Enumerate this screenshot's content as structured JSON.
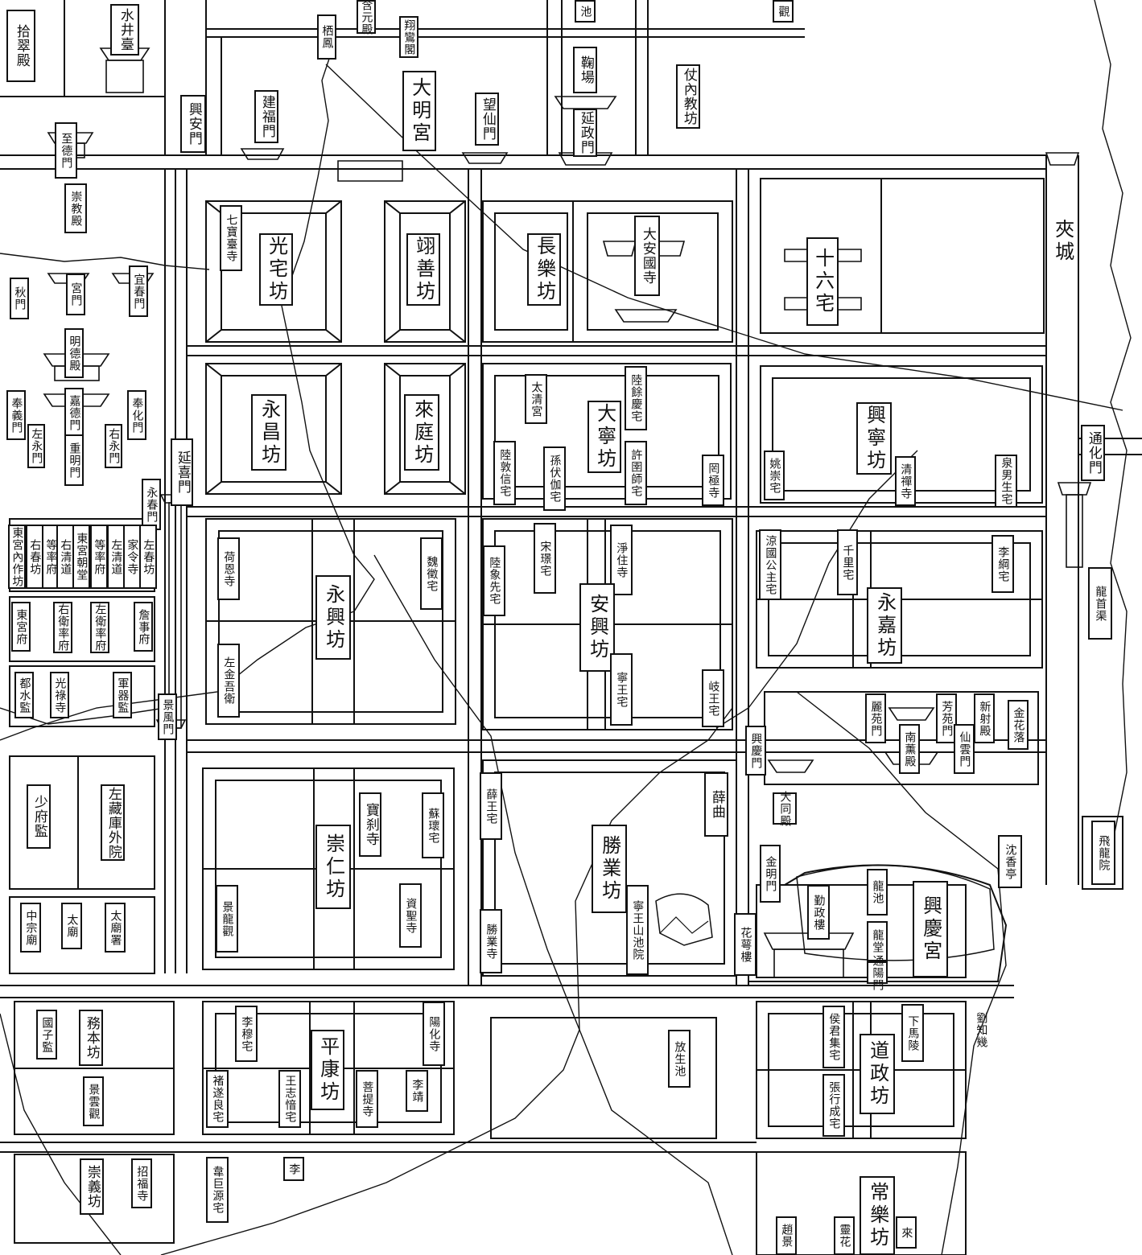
{
  "palaces": {
    "daming": "大明宮",
    "xingqing": "興慶宮",
    "jiacheng": "夾城",
    "shishiliu": "十六宅"
  },
  "wards": {
    "guangzhai": "光宅坊",
    "yishan": "翊善坊",
    "changle": "長樂坊",
    "yongchang": "永昌坊",
    "laiting": "來庭坊",
    "daning": "大寧坊",
    "xingning": "興寧坊",
    "yongxing": "永興坊",
    "anxing": "安興坊",
    "yongjia": "永嘉坊",
    "chongren": "崇仁坊",
    "shengye": "勝業坊",
    "pingkang": "平康坊",
    "daozheng": "道政坊",
    "changle2": "常樂坊",
    "wuben": "務本坊",
    "chongyi": "崇義坊"
  },
  "gates": {
    "xingan": "興安門",
    "jianfu": "建福門",
    "wangxian": "望仙門",
    "yanzheng": "延政門",
    "qiufeng": "栖鳳",
    "hanyuan": "含元殿",
    "xiangluan": "翔鸞閣",
    "yanxi": "延喜門",
    "jingfeng": "景風門",
    "yongchun": "永春門",
    "tonghua": "通化門",
    "zhude": "至德門",
    "chongjiao": "崇教殿",
    "yichun": "宜春門",
    "gongmen": "宮門",
    "qiumen": "秋門",
    "mingde": "明德殿",
    "jiade": "嘉德門",
    "chongming": "重明門",
    "fengyi": "奉義門",
    "fenghua": "奉化門",
    "zuoyongmen": "左永門",
    "youyongmen": "右永門",
    "xingqingmen": "興慶門",
    "jinming": "金明門",
    "lihuamen": "麗苑門",
    "xinshimen": "新射殿",
    "xianyunmen": "仙雲門"
  },
  "halls": {
    "shicui": "拾翠殿",
    "shuijing": "水井臺",
    "jiuchang": "鞠場",
    "zhangnei": "仗內教坊",
    "guan": "觀",
    "chi": "池",
    "nanxun": "南薰殿",
    "datong": "大同殿",
    "qinzheng": "勤政樓",
    "huae": "花萼樓",
    "longchi": "龍池",
    "longtang": "龍堂",
    "tongyang": "通陽門",
    "jinhualuo": "金花落",
    "fangyuan": "芳苑門",
    "feilong": "飛龍院",
    "chenxiang": "沈香亭",
    "longshouqu": "龍首渠",
    "xiamaling": "下馬陵"
  },
  "temples": {
    "qibaotai": "七寶臺寺",
    "daanguo": "大安國寺",
    "taiqing": "太清宮",
    "wangji": "罔極寺",
    "qingchan": "清禪寺",
    "heen": "荷恩寺",
    "jingzhu": "淨住寺",
    "baocha": "寶刹寺",
    "zisheng": "資聖寺",
    "jinglong": "景龍觀",
    "shengyesi": "勝業寺",
    "yanghua": "陽化寺",
    "puti": "菩提寺",
    "jingyun": "景雲觀",
    "zhaofu": "招福寺",
    "fangsheng": "放生池",
    "xuequ": "薛曲"
  },
  "residences": {
    "luyuqing": "陸餘慶宅",
    "ludunxin": "陸敦信宅",
    "sunfujia": "孫伏伽宅",
    "xuyushi": "許圉師宅",
    "yaochong": "姚崇宅",
    "quannansheng": "泉男生宅",
    "weizheng": "魏徵宅",
    "songjing": "宋璟宅",
    "luxiangxian": "陸象先宅",
    "liangguo": "涼國公主宅",
    "qianli": "千里宅",
    "ligang": "李綱宅",
    "ningwang": "寧王宅",
    "qiwang": "岐王宅",
    "xuewang": "薛王宅",
    "chenqiong": "蘇瓌宅",
    "ningwangchi": "寧王山池院",
    "houjunji": "侯君集宅",
    "zhangxingcheng": "張行成宅",
    "liumu": "李穆宅",
    "chusuiliang": "褚遂良宅",
    "wangzhiyin": "王志愔宅",
    "lijing": "李靖",
    "weijuyuan": "韋巨源宅",
    "li": "李",
    "liuzhiji": "劉知幾",
    "zhao": "趙景",
    "lai": "來",
    "ling": "靈花"
  },
  "offices": {
    "zuochunfang": "左春坊",
    "jialingsi": "家令寺",
    "zuoqingdao": "左清道",
    "dengfu": "等率府",
    "donggong": "東宮朝堂",
    "youqingdao": "右清道",
    "youchunfang": "右春坊",
    "donggongnei": "東宮內作坊",
    "dongfu": "東宮府",
    "youwei": "右衛率府",
    "zuowei": "左衛率府",
    "zhanshifu": "詹事府",
    "dushui": "都水監",
    "guanglu": "光祿寺",
    "junqi": "軍器監",
    "zuojinwu": "左金吾衛",
    "shaofu": "少府監",
    "zuozang": "左藏庫外院",
    "zhongzong": "中宗廟",
    "taimiao": "太廟",
    "taimiaoshu": "太廟署",
    "guozi": "國子監"
  }
}
